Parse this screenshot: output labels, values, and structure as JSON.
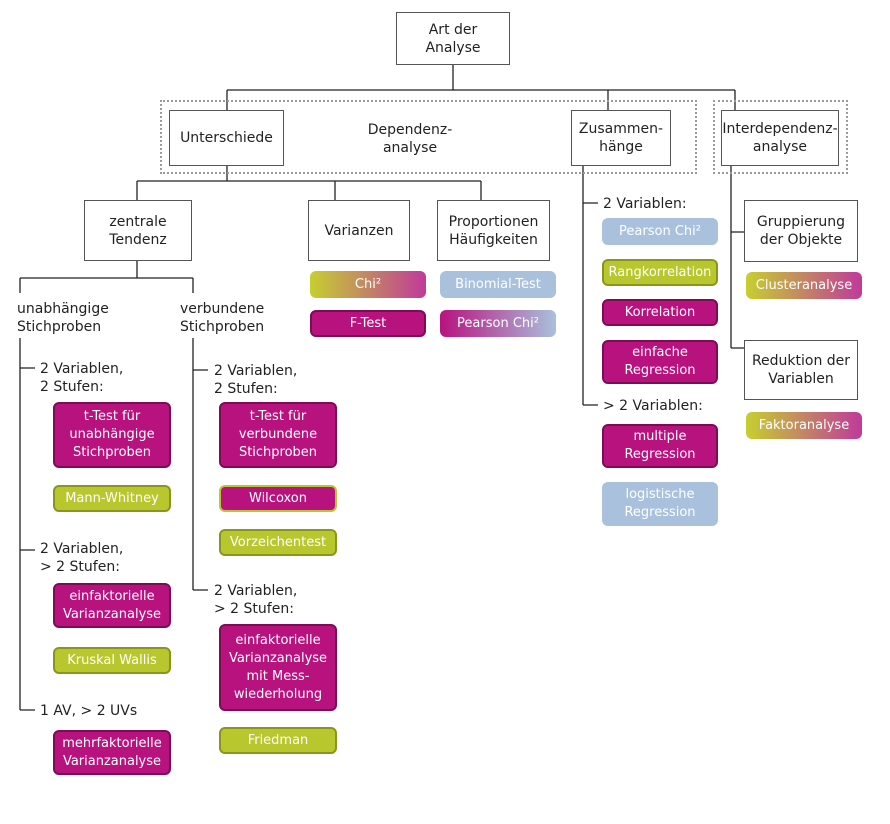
{
  "root": "Art der\nAnalyse",
  "groups": {
    "dependenz": "Dependenz-\nanalyse"
  },
  "level1": {
    "unterschiede": "Unterschiede",
    "zusammenhaenge": "Zusammen-\nhänge",
    "interdependenz": "Interdependenz-\nanalyse"
  },
  "level2": {
    "zentrale": "zentrale\nTendenz",
    "varianzen": "Varianzen",
    "proportionen": "Proportionen\nHäufigkeiten",
    "gruppierung": "Gruppierung\nder Objekte",
    "reduktion": "Reduktion der\nVariablen"
  },
  "labels": {
    "unabhaengige": "unabhängige\nStichproben",
    "verbundene": "verbundene\nStichproben",
    "u_2v2s": "2 Variablen,\n2 Stufen:",
    "u_2vg2s": "2 Variablen,\n> 2 Stufen:",
    "u_1av": "1 AV, > 2 UVs",
    "v_2v2s": "2 Variablen,\n2 Stufen:",
    "v_2vg2s": "2 Variablen,\n> 2 Stufen:",
    "z_2v": "2 Variablen:",
    "z_g2v": "> 2 Variablen:"
  },
  "tests": {
    "chi2": "Chi²",
    "ftest": "F-Test",
    "binomial": "Binomial-Test",
    "pearson_prop": "Pearson Chi²",
    "pearson_z": "Pearson Chi²",
    "rangkorrelation": "Rangkorrelation",
    "korrelation": "Korrelation",
    "einfache_regression": "einfache\nRegression",
    "multiple_regression": "multiple\nRegression",
    "logistische_regression": "logistische\nRegression",
    "clusteranalyse": "Clusteranalyse",
    "faktoranalyse": "Faktoranalyse",
    "ttest_unab": "t-Test für\nunabhängige\nStichproben",
    "mann_whitney": "Mann-Whitney",
    "einfakt_u": "einfaktorielle\nVarianzanalyse",
    "kruskal": "Kruskal Wallis",
    "mehrfakt": "mehrfaktorielle\nVarianzanalyse",
    "ttest_verb": "t-Test für\nverbundene\nStichproben",
    "wilcoxon": "Wilcoxon",
    "vorzeichen": "Vorzeichentest",
    "einfakt_mw": "einfaktorielle\nVarianzanalyse\nmit Mess-\nwiederholung",
    "friedman": "Friedman"
  },
  "colors": {
    "magenta": "#b8127f",
    "lime": "#b9c72e",
    "blue": "#a9c1dc",
    "line": "#222222"
  }
}
